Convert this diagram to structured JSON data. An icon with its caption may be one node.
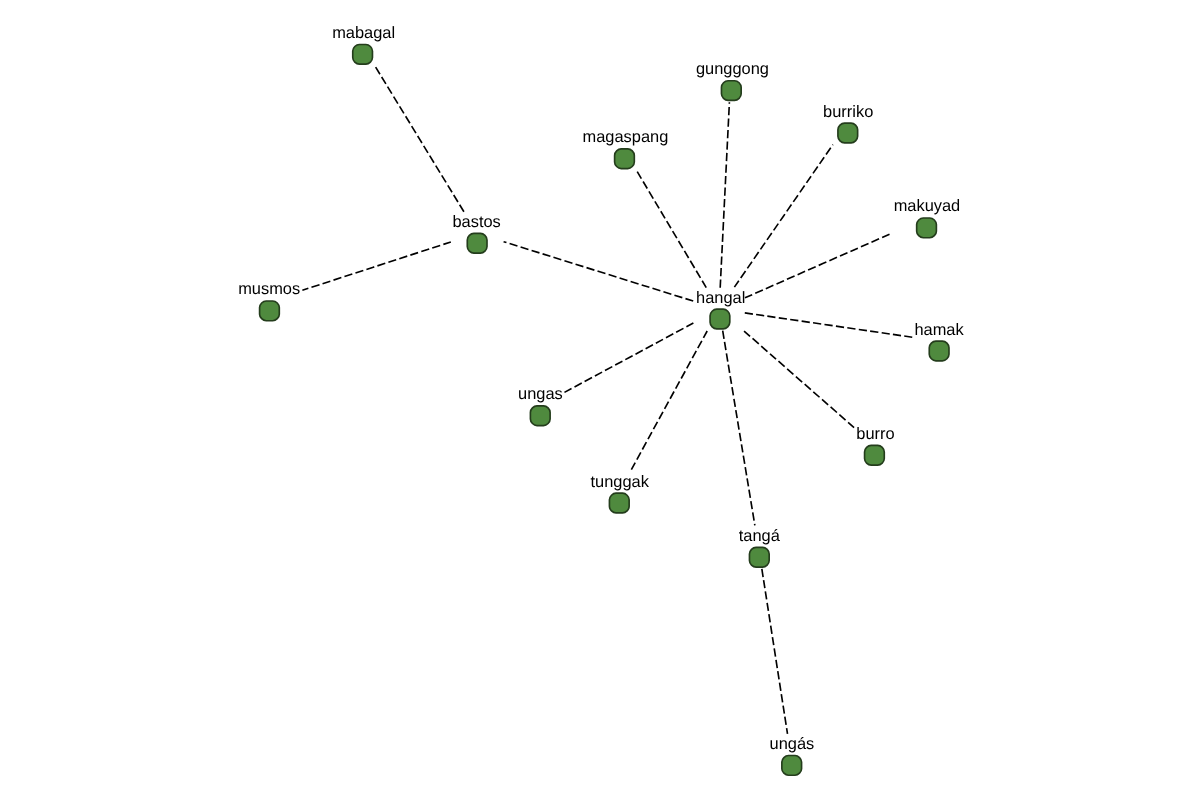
{
  "diagram": {
    "nodes": [
      {
        "text": [
          "ungas"
        ]
      },
      {
        "text": [
          "hamak"
        ]
      },
      {
        "text": [
          "tunggak"
        ]
      },
      {
        "text": [
          "gunggong"
        ]
      },
      {
        "text": [
          "burriko"
        ]
      },
      {
        "text": [
          "hangal"
        ]
      },
      {
        "text": [
          "musmos"
        ]
      },
      {
        "text": [
          "burro"
        ]
      },
      {
        "text": [
          "bastos"
        ]
      },
      {
        "text": [
          "tangá"
        ]
      },
      {
        "text": [
          "ungás"
        ]
      },
      {
        "text": [
          "magaspang"
        ]
      },
      {
        "text": [
          "makuyad"
        ]
      },
      {
        "text": [
          "mabagal"
        ]
      }
    ],
    "edges": [
      {
        "from": 5,
        "to": 0,
        "arrow": "none",
        "style": "dashed"
      },
      {
        "from": 5,
        "to": 1,
        "arrow": "none",
        "style": "dashed"
      },
      {
        "from": 5,
        "to": 2,
        "arrow": "none",
        "style": "dashed"
      },
      {
        "from": 5,
        "to": 3,
        "arrow": "none",
        "style": "dashed"
      },
      {
        "from": 5,
        "to": 4,
        "arrow": "none",
        "style": "dashed"
      },
      {
        "from": 5,
        "to": 7,
        "arrow": "none",
        "style": "dashed"
      },
      {
        "from": 5,
        "to": 8,
        "arrow": "none",
        "style": "dashed"
      },
      {
        "from": 5,
        "to": 9,
        "arrow": "none",
        "style": "dashed"
      },
      {
        "from": 5,
        "to": 11,
        "arrow": "none",
        "style": "dashed"
      },
      {
        "from": 5,
        "to": 12,
        "arrow": "none",
        "style": "dashed"
      },
      {
        "from": 9,
        "to": 10,
        "arrow": "none",
        "style": "dashed"
      },
      {
        "from": 8,
        "to": 6,
        "arrow": "none",
        "style": "dashed"
      },
      {
        "from": 8,
        "to": 13,
        "arrow": "none",
        "style": "dashed"
      }
    ]
  }
}
